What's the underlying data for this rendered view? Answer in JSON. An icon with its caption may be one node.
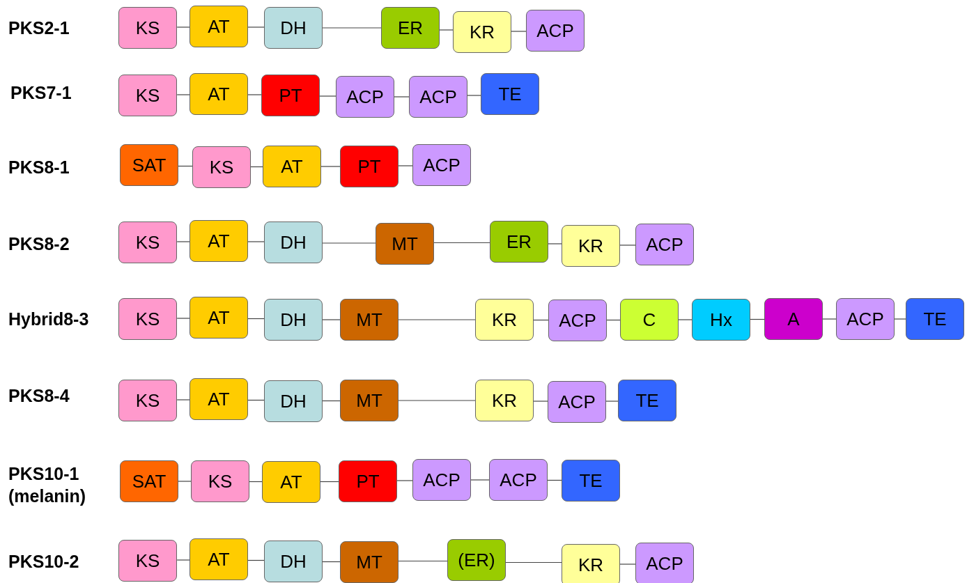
{
  "diagram": {
    "nodes": [
      {
        "text": [
          "KS"
        ]
      },
      {
        "text": [
          "AT"
        ]
      },
      {
        "text": [
          "DH"
        ]
      },
      {
        "text": [
          "ER"
        ]
      },
      {
        "text": [
          "KR"
        ]
      },
      {
        "text": [
          "ACP"
        ]
      },
      {
        "text": [
          "KS"
        ]
      },
      {
        "text": [
          "AT"
        ]
      },
      {
        "text": [
          "PT"
        ]
      },
      {
        "text": [
          "ACP"
        ]
      },
      {
        "text": [
          "ACP"
        ]
      },
      {
        "text": [
          "TE"
        ]
      },
      {
        "text": [
          "SAT"
        ]
      },
      {
        "text": [
          "KS"
        ]
      },
      {
        "text": [
          "AT"
        ]
      },
      {
        "text": [
          "PT"
        ]
      },
      {
        "text": [
          "ACP"
        ]
      },
      {
        "text": [
          "KS"
        ]
      },
      {
        "text": [
          "AT"
        ]
      },
      {
        "text": [
          "DH"
        ]
      },
      {
        "text": [
          "MT"
        ]
      },
      {
        "text": [
          "ER"
        ]
      },
      {
        "text": [
          "KR"
        ]
      },
      {
        "text": [
          "ACP"
        ]
      },
      {
        "text": [
          "KS"
        ]
      },
      {
        "text": [
          "AT"
        ]
      },
      {
        "text": [
          "DH"
        ]
      },
      {
        "text": [
          "MT"
        ]
      },
      {
        "text": [
          "KR"
        ]
      },
      {
        "text": [
          "ACP"
        ]
      },
      {
        "text": [
          "C"
        ]
      },
      {
        "text": [
          "Hx"
        ]
      },
      {
        "text": [
          "A"
        ]
      },
      {
        "text": [
          "ACP"
        ]
      },
      {
        "text": [
          "TE"
        ]
      },
      {
        "text": [
          "KS"
        ]
      },
      {
        "text": [
          "AT"
        ]
      },
      {
        "text": [
          "DH"
        ]
      },
      {
        "text": [
          "MT"
        ]
      },
      {
        "text": [
          "KR"
        ]
      },
      {
        "text": [
          "ACP"
        ]
      },
      {
        "text": [
          "TE"
        ]
      },
      {
        "text": [
          "SAT"
        ]
      },
      {
        "text": [
          "KS"
        ]
      },
      {
        "text": [
          "AT"
        ]
      },
      {
        "text": [
          "PT"
        ]
      },
      {
        "text": [
          "ACP"
        ]
      },
      {
        "text": [
          "ACP"
        ]
      },
      {
        "text": [
          "TE"
        ]
      },
      {
        "text": [
          "KS"
        ]
      },
      {
        "text": [
          "AT"
        ]
      },
      {
        "text": [
          "DH"
        ]
      },
      {
        "text": [
          "MT"
        ]
      },
      {
        "text": [
          "(ER)"
        ]
      },
      {
        "text": [
          "KR"
        ]
      },
      {
        "text": [
          "ACP"
        ]
      }
    ],
    "edges": [
      {
        "from": 0,
        "to": 1,
        "arrow": "none"
      },
      {
        "from": 1,
        "to": 2,
        "arrow": "none"
      },
      {
        "from": 2,
        "to": 3,
        "arrow": "none"
      },
      {
        "from": 3,
        "to": 4,
        "arrow": "none"
      },
      {
        "from": 4,
        "to": 5,
        "arrow": "none"
      },
      {
        "from": 6,
        "to": 7,
        "arrow": "none"
      },
      {
        "from": 7,
        "to": 8,
        "arrow": "none"
      },
      {
        "from": 8,
        "to": 9,
        "arrow": "none"
      },
      {
        "from": 9,
        "to": 10,
        "arrow": "none"
      },
      {
        "from": 10,
        "to": 11,
        "arrow": "none"
      },
      {
        "from": 12,
        "to": 13,
        "arrow": "none"
      },
      {
        "from": 13,
        "to": 14,
        "arrow": "none"
      },
      {
        "from": 14,
        "to": 15,
        "arrow": "none"
      },
      {
        "from": 15,
        "to": 16,
        "arrow": "none"
      },
      {
        "from": 17,
        "to": 18,
        "arrow": "none"
      },
      {
        "from": 18,
        "to": 19,
        "arrow": "none"
      },
      {
        "from": 19,
        "to": 20,
        "arrow": "none"
      },
      {
        "from": 20,
        "to": 21,
        "arrow": "none"
      },
      {
        "from": 21,
        "to": 22,
        "arrow": "none"
      },
      {
        "from": 22,
        "to": 23,
        "arrow": "none"
      },
      {
        "from": 24,
        "to": 25,
        "arrow": "none"
      },
      {
        "from": 25,
        "to": 26,
        "arrow": "none"
      },
      {
        "from": 26,
        "to": 27,
        "arrow": "none"
      },
      {
        "from": 27,
        "to": 28,
        "arrow": "none"
      },
      {
        "from": 28,
        "to": 29,
        "arrow": "none"
      },
      {
        "from": 29,
        "to": 30,
        "arrow": "none"
      },
      {
        "from": 30,
        "to": 31,
        "arrow": "none"
      },
      {
        "from": 31,
        "to": 32,
        "arrow": "none"
      },
      {
        "from": 32,
        "to": 33,
        "arrow": "none"
      },
      {
        "from": 33,
        "to": 34,
        "arrow": "none"
      },
      {
        "from": 35,
        "to": 36,
        "arrow": "none"
      },
      {
        "from": 36,
        "to": 37,
        "arrow": "none"
      },
      {
        "from": 37,
        "to": 38,
        "arrow": "none"
      },
      {
        "from": 38,
        "to": 39,
        "arrow": "none"
      },
      {
        "from": 39,
        "to": 40,
        "arrow": "none"
      },
      {
        "from": 40,
        "to": 41,
        "arrow": "none"
      },
      {
        "from": 42,
        "to": 43,
        "arrow": "none"
      },
      {
        "from": 43,
        "to": 44,
        "arrow": "none"
      },
      {
        "from": 44,
        "to": 45,
        "arrow": "none"
      },
      {
        "from": 45,
        "to": 46,
        "arrow": "none"
      },
      {
        "from": 46,
        "to": 47,
        "arrow": "none"
      },
      {
        "from": 47,
        "to": 48,
        "arrow": "none"
      },
      {
        "from": 49,
        "to": 50,
        "arrow": "none"
      },
      {
        "from": 50,
        "to": 51,
        "arrow": "none"
      },
      {
        "from": 51,
        "to": 52,
        "arrow": "none"
      },
      {
        "from": 52,
        "to": 53,
        "arrow": "none"
      },
      {
        "from": 53,
        "to": 54,
        "arrow": "none"
      },
      {
        "from": 54,
        "to": 55,
        "arrow": "none"
      }
    ],
    "labels": [
      "PKS2-1",
      "PKS7-1",
      "PKS8-1",
      "PKS8-2",
      "Hybrid8-3",
      "PKS8-4",
      "PKS10-1 (melanin)",
      "PKS10-2"
    ]
  }
}
